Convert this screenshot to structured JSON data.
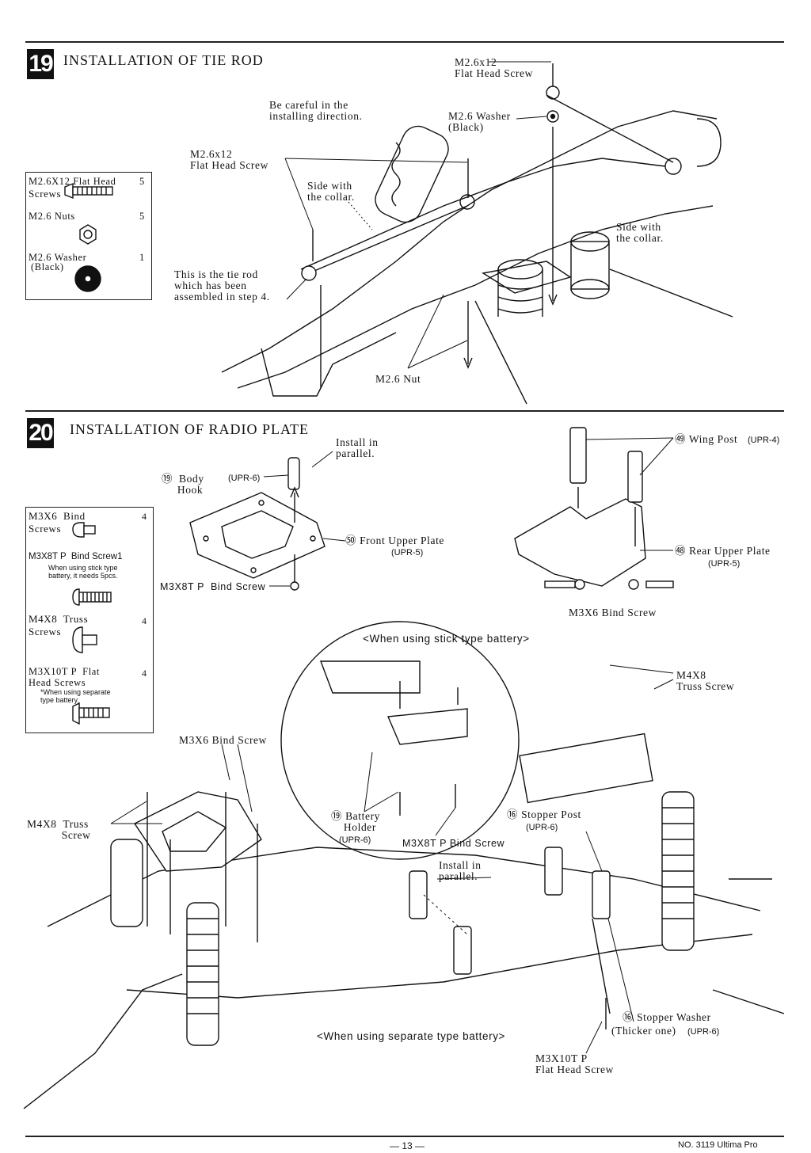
{
  "step19": {
    "number": "19",
    "title": "INSTALLATION OF TIE ROD",
    "parts": {
      "p1_name": "M2.6X12 Flat Head",
      "p1_name2": "Screws",
      "p1_qty": "5",
      "p2_name": "M2.6 Nuts",
      "p2_qty": "5",
      "p3_name": "M2.6 Washer",
      "p3_name2": "(Black)",
      "p3_qty": "1"
    },
    "labels": {
      "screw_top": "M2.6x12\nFlat Head Screw",
      "careful": "Be careful in the\ninstalling direction.",
      "washer": "M2.6 Washer\n(Black)",
      "screw_mid": "M2.6x12\nFlat Head Screw",
      "side_collar_left": "Side with\nthe collar.",
      "side_collar_right": "Side with\nthe collar.",
      "tie_rod_note": "This is the tie rod\nwhich has been\nassembled in step 4.",
      "nut": "M2.6 Nut"
    }
  },
  "step20": {
    "number": "20",
    "title": "INSTALLATION OF RADIO PLATE",
    "parts": {
      "p1_name": "M3X6  Bind",
      "p1_name2": "Screws",
      "p1_qty": "4",
      "p2_name": "M3X8T P  Bind Screw1",
      "p2_note": "When using stick type\nbattery, it needs 5pcs.",
      "p3_name": "M4X8  Truss",
      "p3_name2": "Screws",
      "p3_qty": "4",
      "p4_name": "M3X10T P  Flat",
      "p4_name2": "Head Screws",
      "p4_qty": "4",
      "p4_note": "*When using separate\ntype battery."
    },
    "labels": {
      "install_parallel_top": "Install in\nparallel.",
      "body_hook": "⑲  Body\n     Hook",
      "body_hook_code": "(UPR-6)",
      "front_upper_plate": "㊿ Front Upper Plate",
      "front_upper_code": "(UPR-5)",
      "m3x8tp_top": "M3X8T P  Bind Screw",
      "wing_post": "㊾ Wing Post",
      "wing_post_code": "(UPR-4)",
      "rear_upper_plate": "㊽ Rear Upper Plate",
      "rear_upper_code": "(UPR-5)",
      "m3x6_right": "M3X6 Bind Screw",
      "stick_battery": "<When using stick type battery>",
      "m4x8_truss_right": "M4X8\nTruss Screw",
      "m3x6_left": "M3X6 Bind Screw",
      "m4x8_truss_left": "M4X8  Truss\n           Screw",
      "battery_holder": "⑲ Battery\n    Holder",
      "battery_holder_code": "(UPR-6)",
      "m3x8tp_bottom": "M3X8T P Bind Screw",
      "stopper_post": "⑯ Stopper Post",
      "stopper_post_code": "(UPR-6)",
      "install_parallel_bottom": "Install in\nparallel.",
      "stopper_washer": "⑯ Stopper Washer",
      "stopper_washer2": "(Thicker one)",
      "stopper_washer_code": "(UPR-6)",
      "separate_battery": "<When using separate type battery>",
      "m3x10tp": "M3X10T P\nFlat Head Screw"
    }
  },
  "footer": {
    "page": "— 13 —",
    "model": "NO. 3119 Ultima Pro"
  }
}
